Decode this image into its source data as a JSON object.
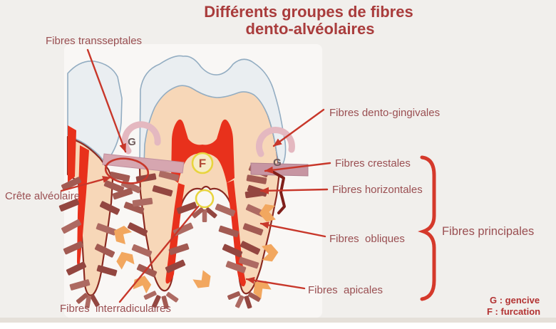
{
  "title": {
    "line1": "Différents groupes de fibres",
    "line2": "dento-alvéolaires"
  },
  "labels": {
    "transseptales": "Fibres transseptales",
    "crete_alveolaire": "Crête alvéolaire",
    "interradiculaires": "Fibres  interradiculaires",
    "dento_gingivales": "Fibres dento-gingivales",
    "crestales": "Fibres crestales",
    "horizontales": "Fibres horizontales",
    "obliques": "Fibres  obliques",
    "apicales": "Fibres  apicales",
    "principales": "Fibres principales"
  },
  "markers": {
    "g_left": "G",
    "g_right": "G",
    "f_furcation": "F"
  },
  "legend": {
    "gencive": "G : gencive",
    "furcation": "F : furcation"
  },
  "colors": {
    "title": "#a93c3c",
    "label": "#9a4f52",
    "legend": "#b23232",
    "arrow": "#c8372a",
    "bracket": "#d5392b",
    "enamel": "#eaeef1",
    "enamel_outline": "#93adc2",
    "dentin": "#f7d7b8",
    "root_outline": "#8c2b22",
    "pulp": "#e8311c",
    "fiber": "#a25a52",
    "fiber_dark": "#934640",
    "fiber_light": "#ad6a62",
    "gingiva_pink": "#e4b8c0",
    "band_pink": "#d6a6b0",
    "band_pink_dark": "#c795a2",
    "bone_orange": "#f2a75f",
    "circle_yellow": "#e8d43e",
    "g_letter": "#6d5a5a",
    "f_letter": "#b34a36",
    "zigzag": "#801f1a",
    "background": "#f1efec",
    "bottom_strip": "#e5e0d9"
  }
}
